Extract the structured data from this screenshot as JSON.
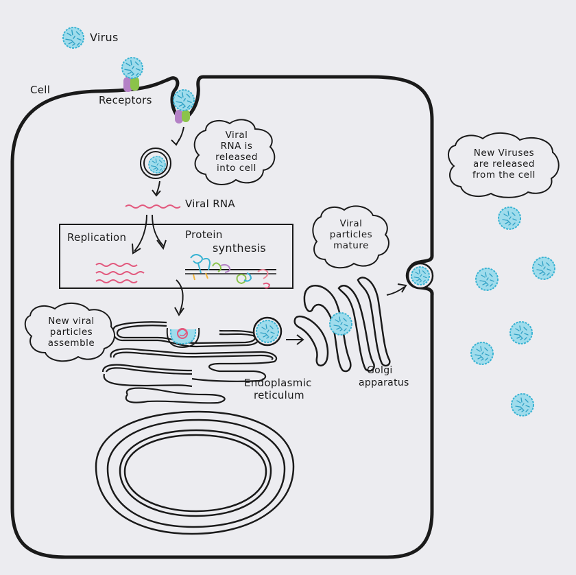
{
  "labels": {
    "virus": "Virus",
    "cell": "Cell",
    "receptors": "Receptors",
    "viral_rna": "Viral RNA",
    "replication": "Replication",
    "protein_line1": "Protein",
    "protein_line2": "synthesis",
    "er_line1": "Endoplasmic",
    "er_line2": "reticulum",
    "golgi_line1": "Golgi",
    "golgi_line2": "apparatus"
  },
  "bubbles": {
    "rna_released": [
      "Viral",
      "RNA is",
      "released",
      "into cell"
    ],
    "new_viruses": [
      "New Viruses",
      "are released",
      "from the cell"
    ],
    "mature": [
      "Viral",
      "particles",
      "mature"
    ],
    "assemble": [
      "New viral",
      "particles",
      "assemble"
    ]
  },
  "colors": {
    "virus_fill": "#9fdcec",
    "virus_edge": "#39b3d3",
    "rna": "#e2587d",
    "receptor_green": "#8bc34a",
    "receptor_purple": "#b481c6",
    "outline": "#1a1a1a",
    "background": "#ececf0"
  }
}
